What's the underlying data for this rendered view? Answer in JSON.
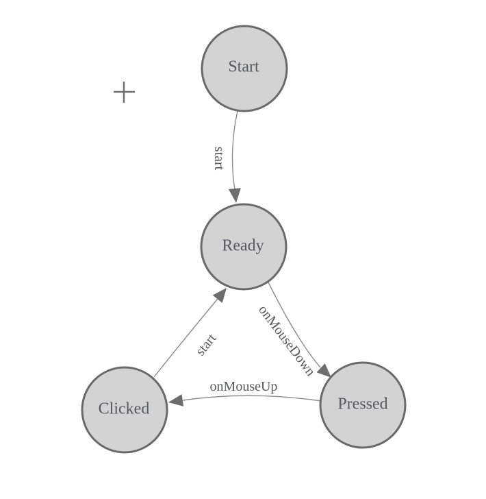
{
  "diagram": {
    "type": "state-machine-diagram",
    "background_color": "#ffffff",
    "node_fill_color": "#d3d3d3",
    "node_border_color": "#696969",
    "text_color": "#58595e",
    "edge_color": "#8d8d8d",
    "arrow_color": "#6d6d6d",
    "nodes": [
      {
        "id": "start",
        "label": "Start"
      },
      {
        "id": "ready",
        "label": "Ready"
      },
      {
        "id": "clicked",
        "label": "Clicked"
      },
      {
        "id": "pressed",
        "label": "Pressed"
      }
    ],
    "edges": [
      {
        "from": "start",
        "to": "ready",
        "label": "start"
      },
      {
        "from": "ready",
        "to": "pressed",
        "label": "onMouseDown"
      },
      {
        "from": "pressed",
        "to": "clicked",
        "label": "onMouseUp"
      },
      {
        "from": "clicked",
        "to": "ready",
        "label": "start"
      }
    ],
    "cursor": {
      "icon": "plus-crosshair"
    }
  }
}
